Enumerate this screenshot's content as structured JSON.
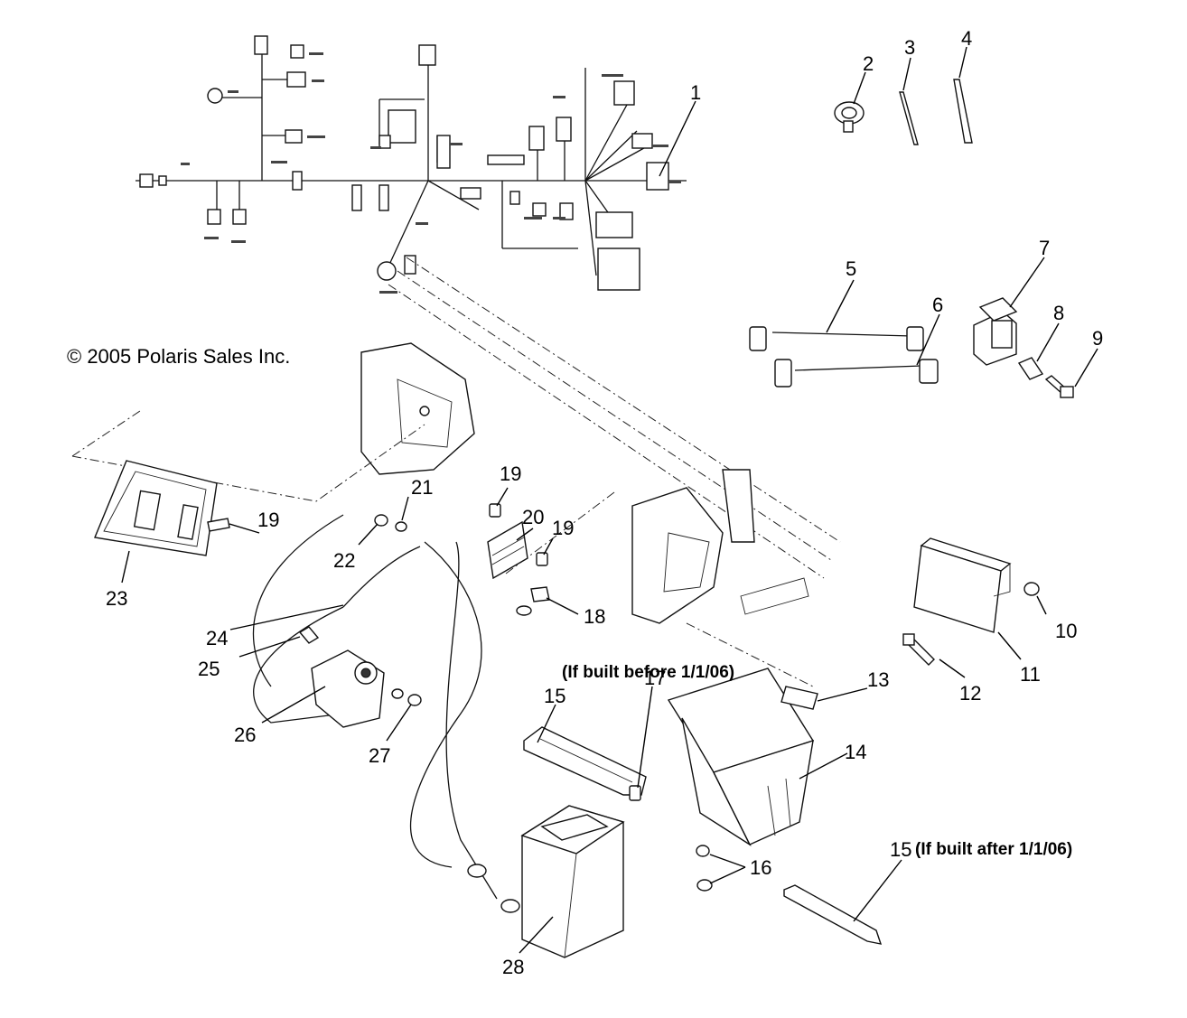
{
  "copyright": "© 2005 Polaris Sales Inc.",
  "notes": {
    "before": "(If built before 1/1/06)",
    "after": "(If built after 1/1/06)"
  },
  "callouts": {
    "c1": "1",
    "c2": "2",
    "c3": "3",
    "c4": "4",
    "c5": "5",
    "c6": "6",
    "c7": "7",
    "c8": "8",
    "c9": "9",
    "c10": "10",
    "c11": "11",
    "c12": "12",
    "c13": "13",
    "c14": "14",
    "c15a": "15",
    "c15b": "15",
    "c16": "16",
    "c17": "17",
    "c18": "18",
    "c19a": "19",
    "c19b": "19",
    "c19c": "19",
    "c20": "20",
    "c21": "21",
    "c22": "22",
    "c23": "23",
    "c24": "24",
    "c25": "25",
    "c26": "26",
    "c27": "27",
    "c28": "28"
  }
}
